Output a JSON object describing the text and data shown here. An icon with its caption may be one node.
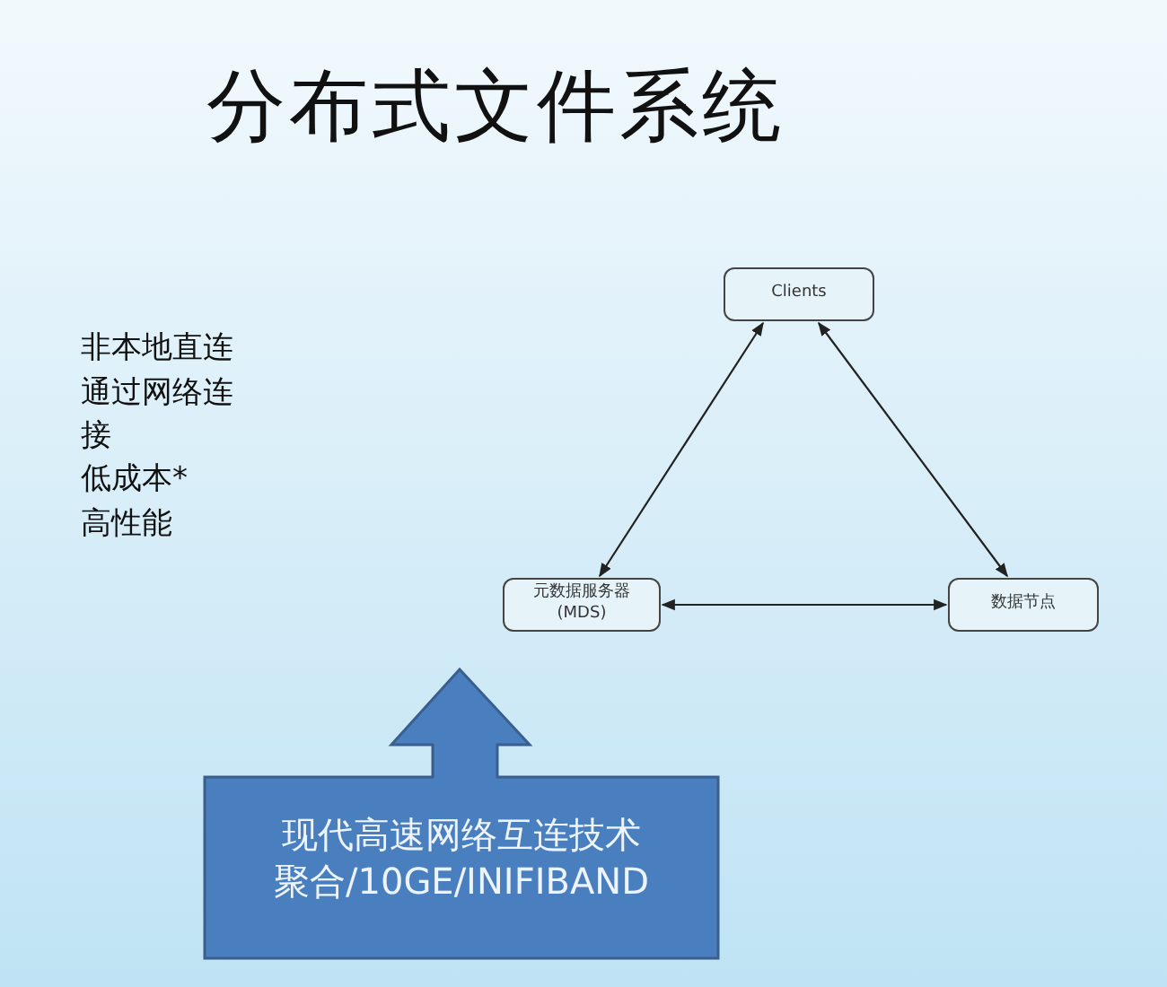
{
  "diagram": {
    "title": "分布式文件系统",
    "nodes": [
      {
        "text": [
          "Clients"
        ]
      },
      {
        "text": [
          "元数据服务器 (MDS)"
        ]
      },
      {
        "text": [
          "数据节点"
        ]
      },
      {
        "text": [
          "现代高速网络互连技术聚合/10GE/INIFIBAND"
        ]
      }
    ],
    "edges": [
      {
        "from": 0,
        "to": 1,
        "arrow": "both"
      },
      {
        "from": 0,
        "to": 2,
        "arrow": "both"
      },
      {
        "from": 1,
        "to": 2,
        "arrow": "both"
      }
    ],
    "labels": [
      "非本地直连通过网络连接",
      "低成本*高性能"
    ]
  }
}
